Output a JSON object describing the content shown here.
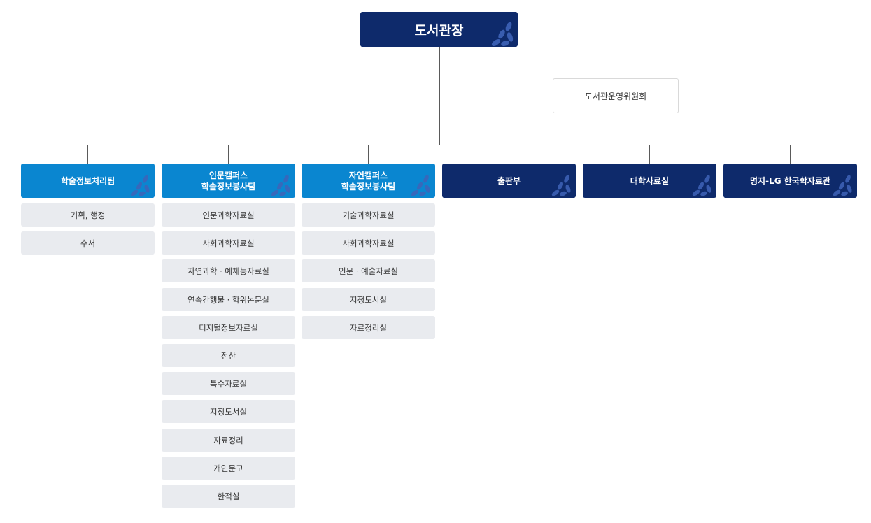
{
  "root": {
    "label": "도서관장"
  },
  "committee": {
    "label": "도서관운영위원회"
  },
  "teams": [
    {
      "label": "학술정보처리팀",
      "theme": "light",
      "items": [
        "기획, 행정",
        "수서"
      ]
    },
    {
      "label": "인문캠퍼스\n학술정보봉사팀",
      "theme": "light",
      "items": [
        "인문과학자료실",
        "사회과학자료실",
        "자연과학 · 예체능자료실",
        "연속간행물 · 학위논문실",
        "디지털정보자료실",
        "전산",
        "특수자료실",
        "지정도서실",
        "자료정리",
        "개인문고",
        "한적실"
      ]
    },
    {
      "label": "자연캠퍼스\n학술정보봉사팀",
      "theme": "light",
      "items": [
        "기술과학자료실",
        "사회과학자료실",
        "인문 · 예술자료실",
        "지정도서실",
        "자료정리실"
      ]
    },
    {
      "label": "출판부",
      "theme": "dark",
      "items": []
    },
    {
      "label": "대학사료실",
      "theme": "dark",
      "items": []
    },
    {
      "label": "명지-LG 한국학자료관",
      "theme": "dark",
      "items": []
    }
  ],
  "colors": {
    "primary_dark": "#0e2a6b",
    "primary_light": "#0a86d0",
    "item_bg": "#e9ebef",
    "connector": "#5a5a5a",
    "leaf_decor": "#3f63b8"
  },
  "icons": {
    "decoration": "leaf-decoration-icon"
  }
}
